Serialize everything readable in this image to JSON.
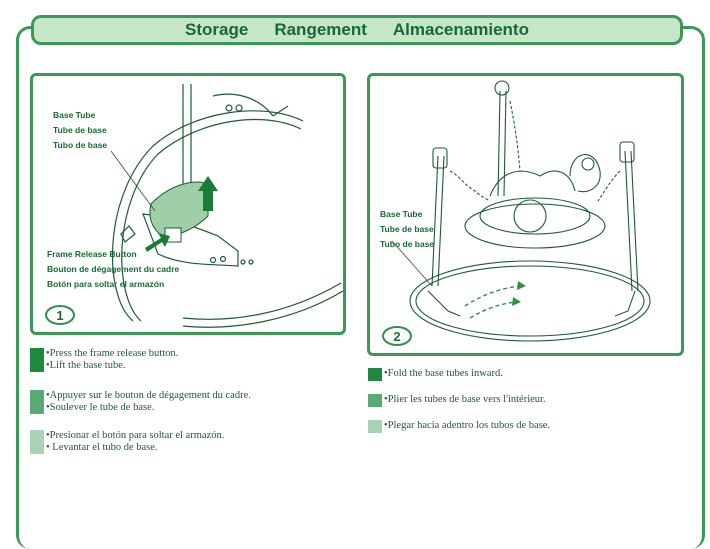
{
  "title": {
    "english": "Storage",
    "french": "Rangement",
    "spanish": "Almacenamiento"
  },
  "panel1": {
    "base_tube_labels": [
      "Base Tube",
      "Tube de base",
      "Tubo de base"
    ],
    "frame_release_labels": [
      "Frame Release Button",
      "Bouton de dégagement du cadre",
      "Botón para soltar el armazón"
    ],
    "step_number": "1"
  },
  "panel2": {
    "base_tube_labels": [
      "Base Tube",
      "Tube de base",
      "Tubo de base"
    ],
    "step_number": "2"
  },
  "instructions_step1": {
    "english": [
      "•Press the frame release button.",
      "•Lift the base tube."
    ],
    "french": [
      "•Appuyer sur le bouton de dégagement du cadre.",
      "•Soulever le tube de base."
    ],
    "spanish": [
      "•Presionar el botón para soltar el armazón.",
      "• Levantar el tubo de base."
    ]
  },
  "instructions_step2": {
    "english": [
      "•Fold the base tubes inward."
    ],
    "french": [
      "•Plier les tubes de base vers l'intérieur."
    ],
    "spanish": [
      "•Plegar hacia adentro los tubos de base."
    ]
  },
  "colors": {
    "accent": "#3a9a55",
    "title_fill": "#c6e6c8",
    "swatch_english": "#1f8a3e",
    "swatch_french": "#5aa874",
    "swatch_spanish": "#a9d3b4"
  }
}
